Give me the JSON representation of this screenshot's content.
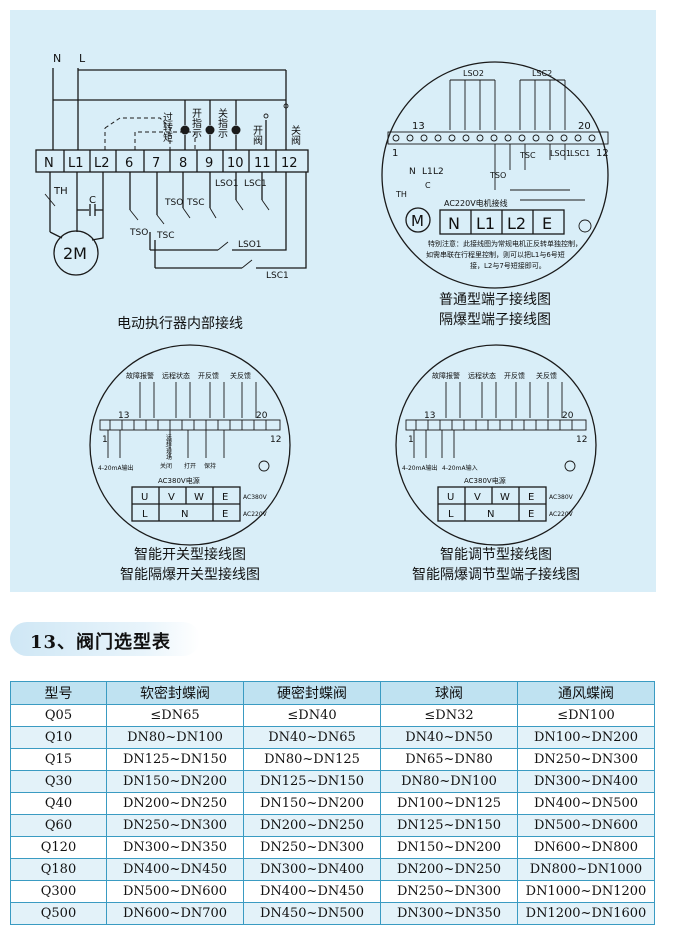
{
  "diagram1": {
    "power_labels": [
      "N",
      "L"
    ],
    "terminals": [
      "N",
      "L1",
      "L2",
      "6",
      "7",
      "8",
      "9",
      "10",
      "11",
      "12"
    ],
    "indicator_labels": [
      "过转矩",
      "开指示",
      "关指示",
      "开阀",
      "关阀"
    ],
    "component_labels": {
      "th": "TH",
      "c": "C",
      "motor": "2M",
      "tso": "TSO",
      "tsc": "TSC",
      "lso1": "LSO1",
      "lsc1": "LSC1"
    },
    "caption": "电动执行器内部接线"
  },
  "diagram2": {
    "top_labels": [
      "LSO2",
      "LSC2"
    ],
    "numbers": [
      "13",
      "20",
      "1",
      "12"
    ],
    "side_labels": [
      "TSO",
      "TSC",
      "LSO1",
      "LSC1"
    ],
    "power_labels": [
      "N",
      "L1",
      "L2"
    ],
    "motor": "M",
    "th": "TH",
    "c": "C",
    "ac_label": "AC220V电机接线",
    "blocks": [
      "N",
      "L1",
      "L2",
      "E"
    ],
    "note": [
      "特别注意：此接线图为常规电机正反转单独控制，",
      "如需串联在行程里控制，则可以把L1与6号短",
      "接，L2与7号短接即可。"
    ],
    "caption_line1": "普通型端子接线图",
    "caption_line2": "隔爆型端子接线图"
  },
  "diagram3": {
    "top_labels": [
      "故障报警",
      "远程状态",
      "开反馈",
      "关反馈"
    ],
    "numbers": [
      "13",
      "20",
      "1",
      "12"
    ],
    "mid_labels": [
      "远程/现场",
      "关闭",
      "打开",
      "保持"
    ],
    "signal_label": "4-20mA输出",
    "ac_label": "AC380V电源",
    "row1": [
      "U",
      "V",
      "W",
      "E"
    ],
    "row2": [
      "L",
      "N",
      "E"
    ],
    "row1_side": "AC380V",
    "row2_side": "AC220V",
    "caption_line1": "智能开关型接线图",
    "caption_line2": "智能隔爆开关型接线图"
  },
  "diagram4": {
    "top_labels": [
      "故障报警",
      "远程状态",
      "开反馈",
      "关反馈"
    ],
    "numbers": [
      "13",
      "20",
      "1",
      "12"
    ],
    "signal_labels": [
      "4-20mA输出",
      "4-20mA输入"
    ],
    "ac_label": "AC380V电源",
    "row1": [
      "U",
      "V",
      "W",
      "E"
    ],
    "row2": [
      "L",
      "N",
      "E"
    ],
    "row1_side": "AC380V",
    "row2_side": "AC220V",
    "caption_line1": "智能调节型接线图",
    "caption_line2": "智能隔爆调节型端子接线图"
  },
  "section": {
    "title": "13、阀门选型表"
  },
  "table": {
    "headers": [
      "型号",
      "软密封蝶阀",
      "硬密封蝶阀",
      "球阀",
      "通风蝶阀"
    ],
    "rows": [
      [
        "Q05",
        "≤DN65",
        "≤DN40",
        "≤DN32",
        "≤DN100"
      ],
      [
        "Q10",
        "DN80~DN100",
        "DN40~DN65",
        "DN40~DN50",
        "DN100~DN200"
      ],
      [
        "Q15",
        "DN125~DN150",
        "DN80~DN125",
        "DN65~DN80",
        "DN250~DN300"
      ],
      [
        "Q30",
        "DN150~DN200",
        "DN125~DN150",
        "DN80~DN100",
        "DN300~DN400"
      ],
      [
        "Q40",
        "DN200~DN250",
        "DN150~DN200",
        "DN100~DN125",
        "DN400~DN500"
      ],
      [
        "Q60",
        "DN250~DN300",
        "DN200~DN250",
        "DN125~DN150",
        "DN500~DN600"
      ],
      [
        "Q120",
        "DN300~DN350",
        "DN250~DN300",
        "DN150~DN200",
        "DN600~DN800"
      ],
      [
        "Q180",
        "DN400~DN450",
        "DN300~DN400",
        "DN200~DN250",
        "DN800~DN1000"
      ],
      [
        "Q300",
        "DN500~DN600",
        "DN400~DN450",
        "DN250~DN300",
        "DN1000~DN1200"
      ],
      [
        "Q500",
        "DN600~DN700",
        "DN450~DN500",
        "DN300~DN350",
        "DN1200~DN1600"
      ]
    ]
  },
  "colors": {
    "panel": "#d9eef8",
    "table_border": "#3a9bc2",
    "header_bg": "#bfe2f1",
    "alt_row": "#e3f2f9"
  }
}
